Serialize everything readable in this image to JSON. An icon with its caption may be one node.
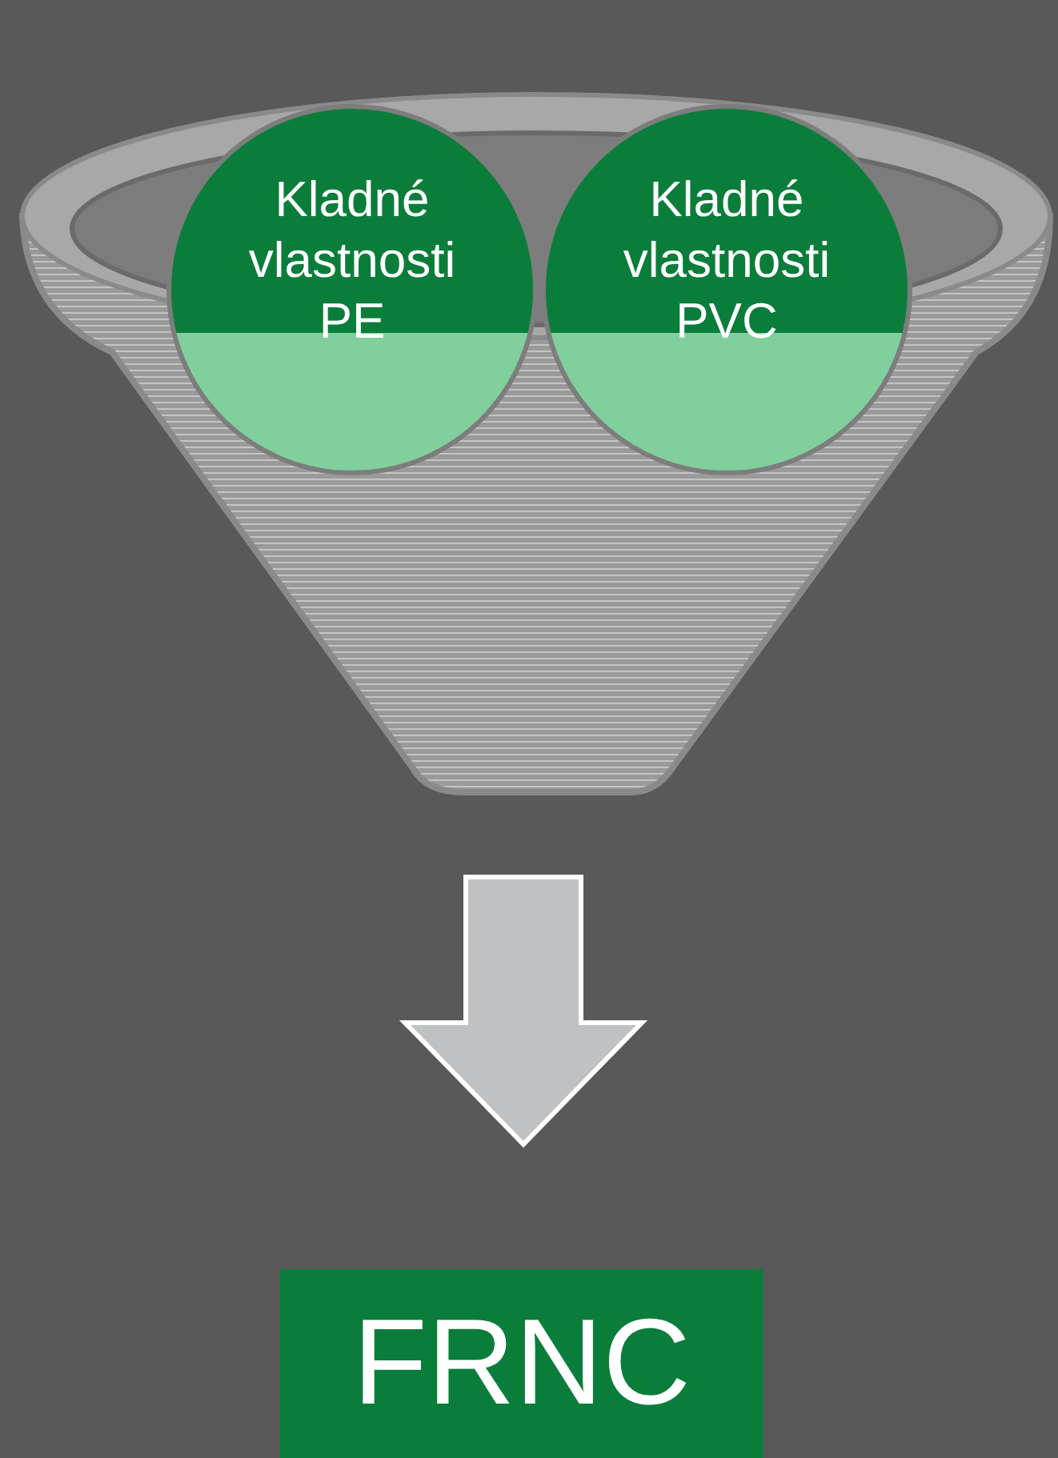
{
  "diagram": {
    "nodes": [
      {
        "text": [],
        "shape": "funnel"
      },
      {
        "text": [
          "Kladné vlastnosti PE"
        ]
      },
      {
        "text": [
          "Kladné vlastnosti PVC"
        ]
      },
      {
        "text": [
          "FRNC"
        ]
      }
    ],
    "edges": [
      {
        "from": 0,
        "to": 3,
        "arrow": "to",
        "style": "thick"
      }
    ]
  }
}
